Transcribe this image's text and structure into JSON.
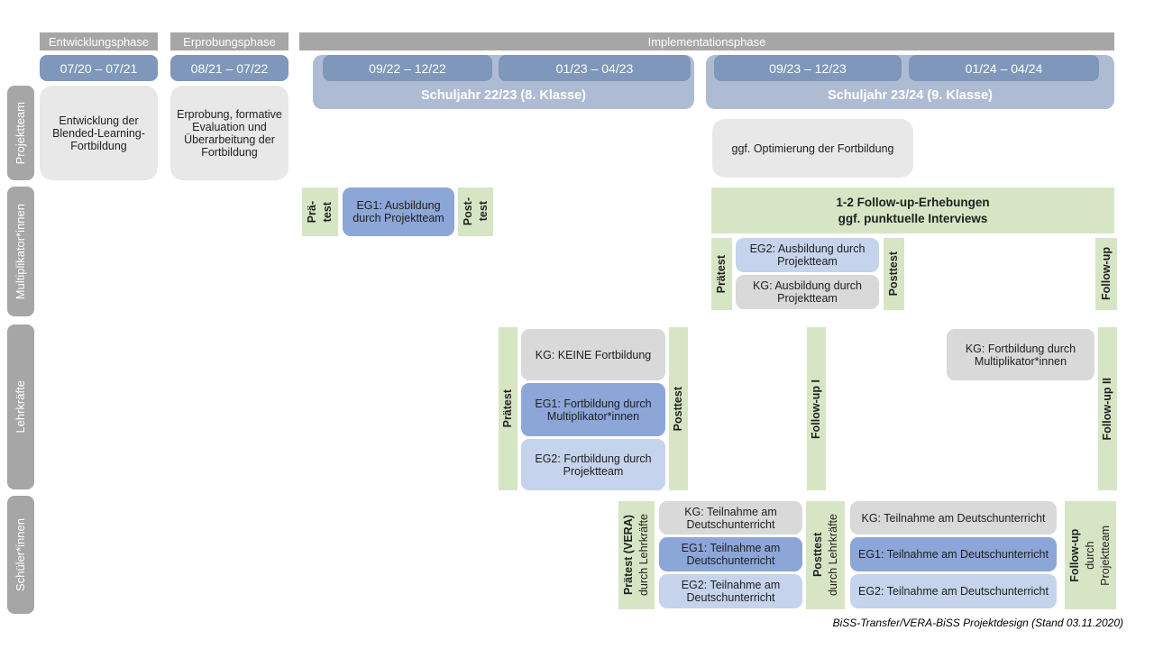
{
  "caption": "BiSS-Transfer/VERA-BiSS Projektdesign (Stand 03.11.2020)",
  "colors": {
    "phase_bar_gray": "#a6a6a6",
    "date_pill_blue": "#7e97ba",
    "school_year_band_blue": "#aebcd3",
    "project_box_gray": "#e9e8e8",
    "kg_gray": "#d9d9d9",
    "eg1_blue": "#8ca6d8",
    "eg2_light_blue": "#c5d3ec",
    "test_green": "#d6e6c5"
  },
  "header": {
    "phases": [
      {
        "label": "Entwicklungsphase",
        "date": "07/20 – 07/21"
      },
      {
        "label": "Erprobungsphase",
        "date": "08/21 – 07/22"
      },
      {
        "label": "Implementationsphase"
      }
    ],
    "school_years": [
      {
        "label": "Schuljahr 22/23 (8. Klasse)",
        "terms": [
          "09/22 – 12/22",
          "01/23 – 04/23"
        ]
      },
      {
        "label": "Schuljahr 23/24 (9. Klasse)",
        "terms": [
          "09/23 – 12/23",
          "01/24 – 04/24"
        ]
      }
    ]
  },
  "row_labels": [
    "Projektteam",
    "Multiplikator*innen",
    "Lehrkräfte",
    "Schüler*innen"
  ],
  "projektteam": {
    "development": "Entwicklung der Blended-Learning-Fortbildung",
    "erprobung": "Erprobung, formative Evaluation und Überarbeitung der Fortbildung",
    "optimierung": "ggf. Optimierung der Fortbildung"
  },
  "multiplikatoren": {
    "praetest1": "Prä-\ntest",
    "eg1": "EG1: Ausbildung durch Projektteam",
    "posttest1": "Post-\ntest",
    "followup_box": "1-2 Follow-up-Erhebungen\nggf. punktuelle Interviews",
    "praetest2": "Prätest",
    "eg2": "EG2: Ausbildung durch Projektteam",
    "kg": "KG: Ausbildung durch Projektteam",
    "posttest2": "Posttest",
    "followup": "Follow-up"
  },
  "lehrkraefte": {
    "praetest": "Prätest",
    "kg": "KG: KEINE Fortbildung",
    "eg1": "EG1: Fortbildung durch Multiplikator*innen",
    "eg2": "EG2: Fortbildung durch Projektteam",
    "posttest": "Posttest",
    "followup1": "Follow-up I",
    "kg2": "KG: Fortbildung durch Multiplikator*innen",
    "followup2": "Follow-up II"
  },
  "schueler": {
    "praetest_title": "Prätest (VERA)",
    "praetest_sub": "durch Lehrkräfte",
    "kg": "KG: Teilnahme am Deutschunterricht",
    "eg1": "EG1: Teilnahme am Deutschunterricht",
    "eg2": "EG2: Teilnahme am Deutschunterricht",
    "posttest_title": "Posttest",
    "posttest_sub": "durch Lehrkräfte",
    "followup_title": "Follow-up",
    "followup_sub": "durch\nProjektteam"
  }
}
